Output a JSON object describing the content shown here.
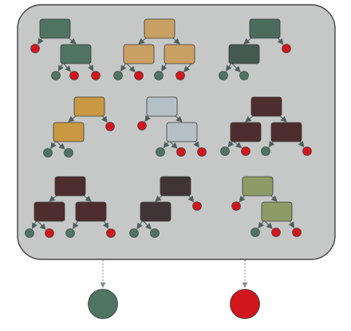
{
  "colors": {
    "panel_fill": "#c6c8c7",
    "panel_stroke": "#444444",
    "edge": "#4d5f5c",
    "green_leaf": "#4f7462",
    "red_leaf": "#d0171d"
  },
  "trees": [
    {
      "id": "tree-1",
      "nodes": [
        {
          "fill": "#4f7462"
        },
        {
          "fill": "#4f7462"
        }
      ],
      "leaves": [
        "red",
        "green",
        "red",
        "red"
      ]
    },
    {
      "id": "tree-2",
      "nodes": [
        {
          "fill": "#c9a063"
        },
        {
          "fill": "#c9a063"
        },
        {
          "fill": "#c9a063"
        }
      ],
      "leaves": [
        "green",
        "red",
        "green",
        "red"
      ]
    },
    {
      "id": "tree-3",
      "nodes": [
        {
          "fill": "#4b6b5d"
        },
        {
          "fill": "#44594f"
        }
      ],
      "leaves": [
        "green",
        "green",
        "red"
      ]
    },
    {
      "id": "tree-4",
      "nodes": [
        {
          "fill": "#c89843"
        },
        {
          "fill": "#c89843"
        }
      ],
      "leaves": [
        "green",
        "green",
        "red"
      ]
    },
    {
      "id": "tree-5",
      "nodes": [
        {
          "fill": "#b4c0c6"
        },
        {
          "fill": "#b4c0c6"
        }
      ],
      "leaves": [
        "red",
        "green",
        "red",
        "red"
      ]
    },
    {
      "id": "tree-6",
      "nodes": [
        {
          "fill": "#4e2d2e"
        },
        {
          "fill": "#4e2d2e"
        },
        {
          "fill": "#4e2d2e"
        }
      ],
      "leaves": [
        "green",
        "red",
        "green",
        "red"
      ]
    },
    {
      "id": "tree-7",
      "nodes": [
        {
          "fill": "#4e2d2e"
        },
        {
          "fill": "#4e2d2e"
        },
        {
          "fill": "#4e2d2e"
        }
      ],
      "leaves": [
        "green",
        "red",
        "green",
        "red"
      ]
    },
    {
      "id": "tree-8",
      "nodes": [
        {
          "fill": "#403436"
        },
        {
          "fill": "#403436"
        }
      ],
      "leaves": [
        "green",
        "green",
        "red"
      ]
    },
    {
      "id": "tree-9",
      "nodes": [
        {
          "fill": "#8e9b66"
        },
        {
          "fill": "#8e9b66"
        }
      ],
      "leaves": [
        "red",
        "green",
        "red",
        "red"
      ]
    }
  ],
  "outputs": [
    "green",
    "red"
  ]
}
